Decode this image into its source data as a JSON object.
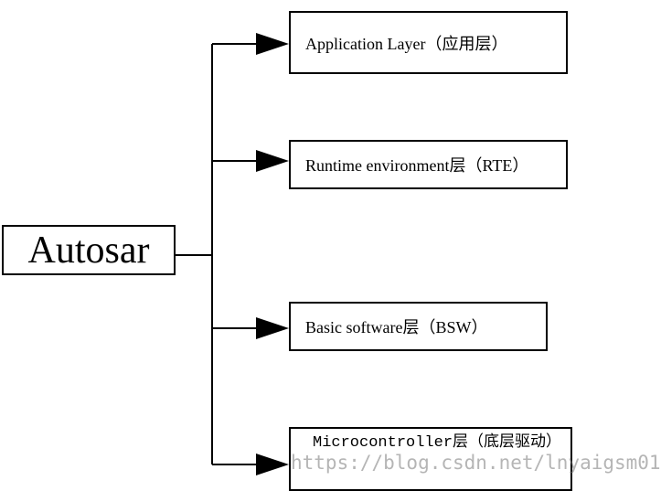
{
  "diagram": {
    "root": {
      "label": "Autosar"
    },
    "layers": [
      {
        "label": "Application Layer（应用层）"
      },
      {
        "label": "Runtime environment层（RTE）"
      },
      {
        "label": "Basic software层（BSW）"
      },
      {
        "label": "Microcontroller层（底层驱动）"
      }
    ]
  },
  "watermark": {
    "text": "https://blog.csdn.net/lnyaigsm01"
  }
}
